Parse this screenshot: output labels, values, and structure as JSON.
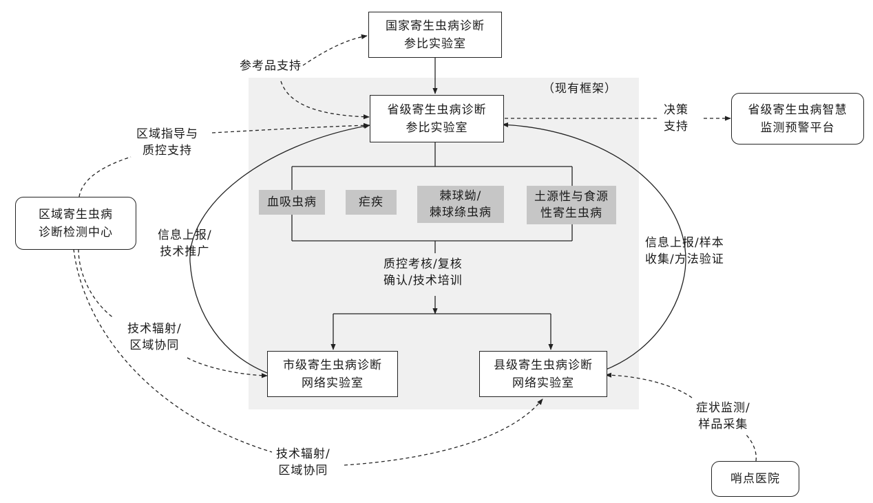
{
  "frame_label": "（现有框架）",
  "nodes": {
    "national_lab": [
      "国家寄生虫病诊断",
      "参比实验室"
    ],
    "provincial_lab": [
      "省级寄生虫病诊断",
      "参比实验室"
    ],
    "provincial_platform": [
      "省级寄生虫病智慧",
      "监测预警平台"
    ],
    "regional_center": [
      "区域寄生虫病",
      "诊断检测中心"
    ],
    "city_lab": [
      "市级寄生虫病诊断",
      "网络实验室"
    ],
    "county_lab": [
      "县级寄生虫病诊断",
      "网络实验室"
    ],
    "sentinel_hospital": [
      "哨点医院"
    ]
  },
  "diseases": [
    [
      "血吸虫病"
    ],
    [
      "疟疾"
    ],
    [
      "棘球蚴/",
      "棘球绦虫病"
    ],
    [
      "土源性与食源",
      "性寄生虫病"
    ]
  ],
  "edge_labels": {
    "reference_support": [
      "参考品支持"
    ],
    "decision_support": [
      "决策",
      "支持"
    ],
    "regional_guidance": [
      "区域指导与",
      "质控支持"
    ],
    "report_left": [
      "信息上报/",
      "技术推广"
    ],
    "report_right": [
      "信息上报/样本",
      "收集/方法验证"
    ],
    "qc_training": [
      "质控考核/复核",
      "确认/技术培训"
    ],
    "radiation_city": [
      "技术辐射/",
      "区域协同"
    ],
    "radiation_county": [
      "技术辐射/",
      "区域协同"
    ],
    "symptom_sampling": [
      "症状监测/",
      "样品采集"
    ]
  }
}
